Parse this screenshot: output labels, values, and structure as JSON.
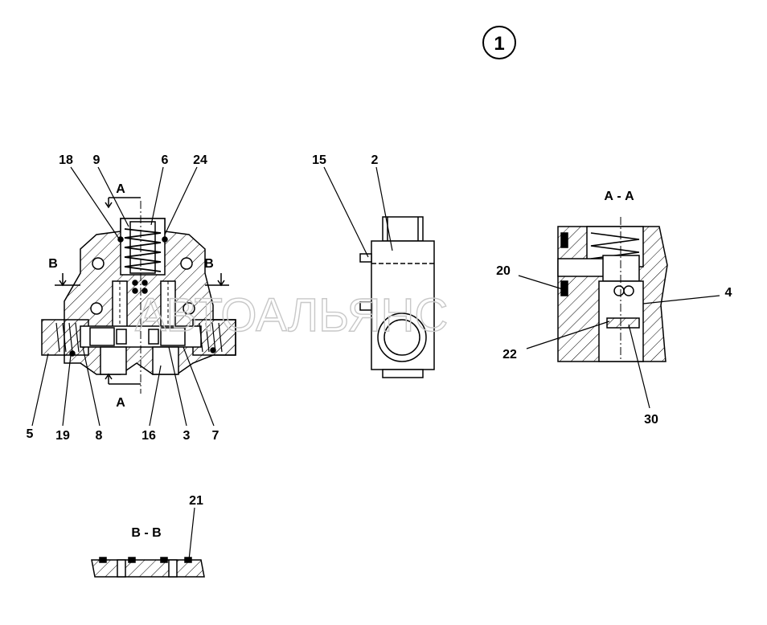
{
  "diagram": {
    "figure_number": "1",
    "section_labels": {
      "aa": "А - А",
      "bb": "В - В",
      "a_mark": "А",
      "b_mark": "В"
    },
    "callouts": {
      "c18": "18",
      "c9": "9",
      "c6": "6",
      "c24": "24",
      "c15": "15",
      "c2": "2",
      "c20": "20",
      "c4": "4",
      "c22": "22",
      "c30": "30",
      "c5": "5",
      "c19": "19",
      "c8": "8",
      "c16": "16",
      "c3": "3",
      "c7": "7",
      "c21": "21"
    },
    "watermark": "АВТОАЛЬЯНС"
  },
  "colors": {
    "line": "#000000",
    "watermark": "#c8c8c8",
    "background": "#ffffff"
  }
}
